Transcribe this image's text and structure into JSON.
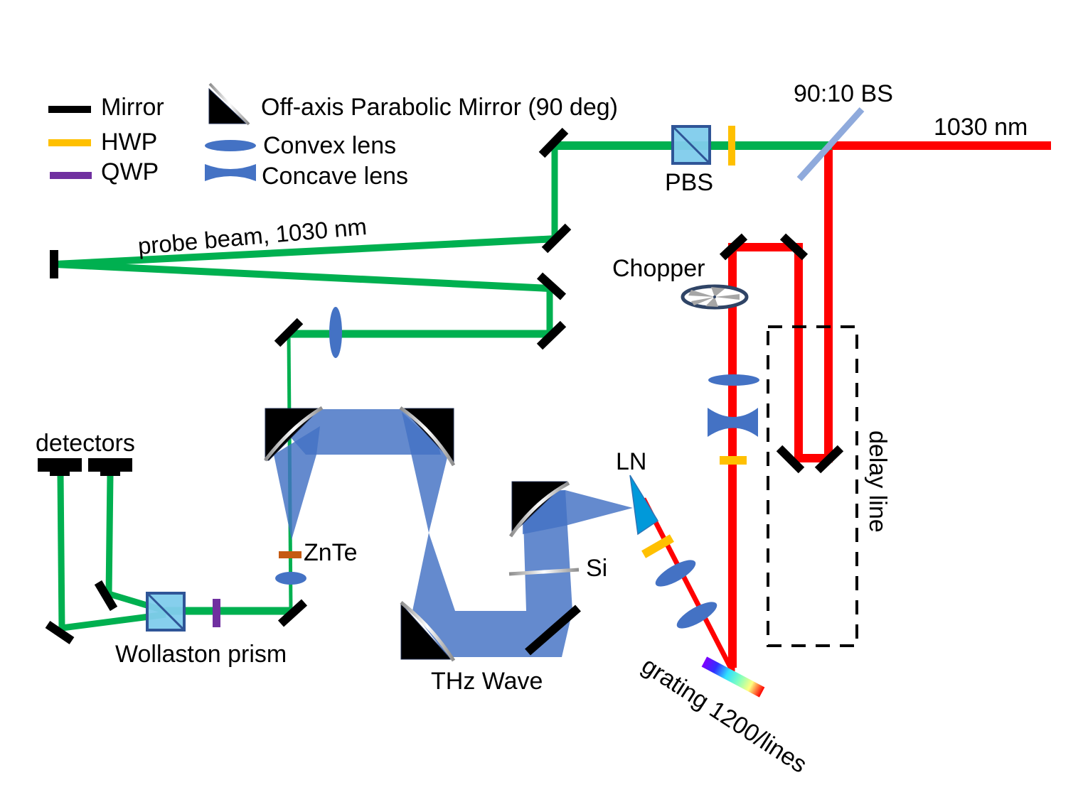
{
  "title": "THz generation and electro-optic sampling optical setup",
  "legend": {
    "items": [
      {
        "key": "mirror",
        "label": "Mirror",
        "color": "#000000"
      },
      {
        "key": "hwp",
        "label": "HWP",
        "color": "#FFC000"
      },
      {
        "key": "qwp",
        "label": "QWP",
        "color": "#7030A0"
      },
      {
        "key": "oap",
        "label": "Off-axis Parabolic Mirror (90 deg)"
      },
      {
        "key": "convex",
        "label": "Convex lens",
        "color": "#4472C4"
      },
      {
        "key": "concave",
        "label": "Concave lens",
        "color": "#4472C4"
      }
    ]
  },
  "labels": {
    "bs": "90:10 BS",
    "input": "1030 nm",
    "pbs": "PBS",
    "probe": "probe beam, 1030 nm",
    "chopper": "Chopper",
    "delay": "delay line",
    "ln": "LN",
    "si": "Si",
    "znte": "ZnTe",
    "detectors": "detectors",
    "wollaston": "Wollaston prism",
    "thz": "THz Wave",
    "grating": "grating 1200/lines"
  },
  "colors": {
    "probe_beam": "#00B050",
    "pump_beam": "#FF0000",
    "thz_beam": "#4472C4",
    "splitter": "#8FAADC",
    "pbs_fill": "#7FCCEC",
    "pbs_border": "#2F5597",
    "prism": "#0099DA",
    "znte": "#C55A11"
  }
}
